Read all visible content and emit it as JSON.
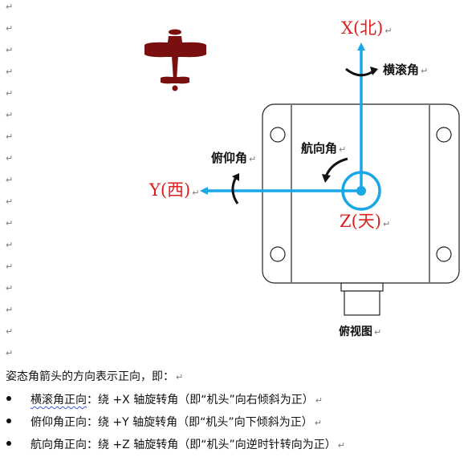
{
  "diagram": {
    "x_axis_label": "X(北)",
    "y_axis_label": "Y(西)",
    "z_axis_label": "Z(天)",
    "roll_label": "横滚角",
    "pitch_label": "俯仰角",
    "yaw_label": "航向角",
    "view_caption": "俯视图",
    "axis_color": "#19a7e8",
    "label_color": "#e01e1e",
    "plane_color": "#7a0f0f",
    "paragraph_mark": "↵"
  },
  "text": {
    "intro": "姿态角箭头的方向表示正向，即：",
    "items": [
      {
        "term": "横滚角正向",
        "desc": "：绕 +X 轴旋转角（即“机头”向右倾斜为正）"
      },
      {
        "term": "俯仰角正向",
        "desc": "：绕 +Y 轴旋转角（即“机头”向下倾斜为正）"
      },
      {
        "term": "航向角正向",
        "desc": "：绕 +Z 轴旋转角（即“机头”向逆时针转向为正）"
      }
    ]
  }
}
